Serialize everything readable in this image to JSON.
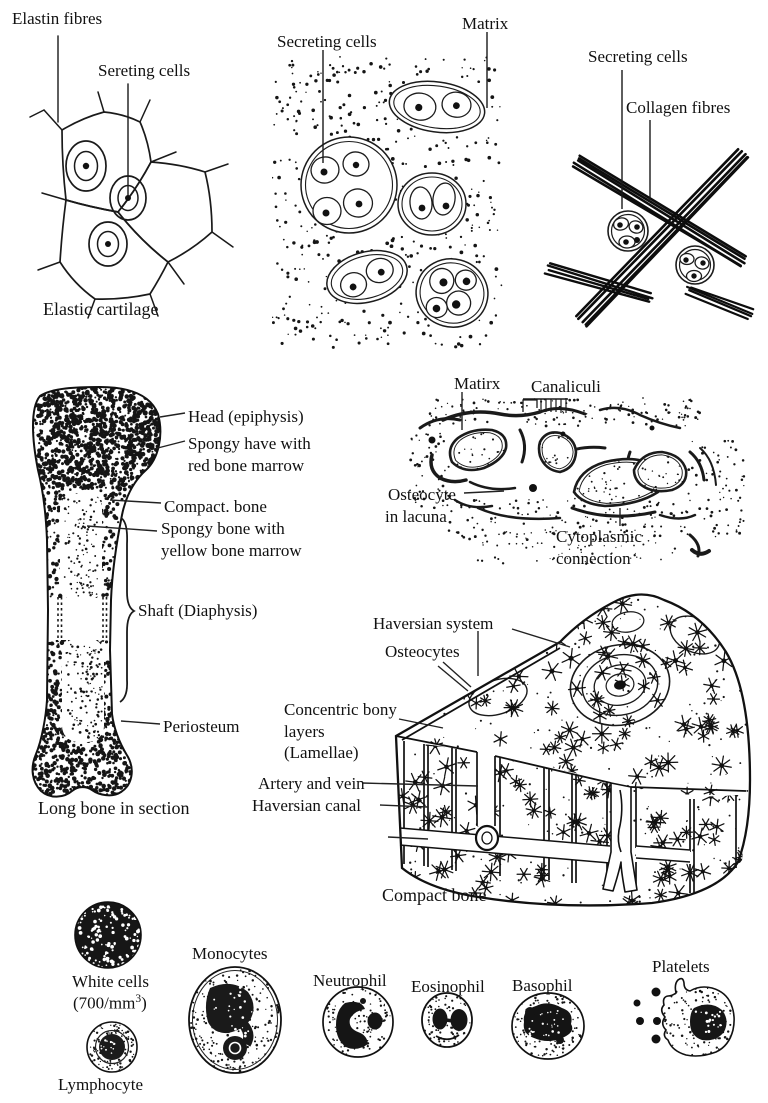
{
  "palette": {
    "ink": "#1a1a1a",
    "paper": "#ffffff"
  },
  "panels": {
    "elastic_cartilage": {
      "label_elastin": "Elastin fibres",
      "label_sereting": "Sereting cells",
      "caption": "Elastic cartilage"
    },
    "hyaline_cartilage": {
      "label_secreting": "Secreting cells",
      "label_matrix": "Matrix"
    },
    "white_fibrous": {
      "label_secreting": "Secreting cells",
      "label_collagen": "Collagen fibres"
    },
    "long_bone": {
      "label_head": "Head (epiphysis)",
      "label_spongy_red_1": "Spongy have with",
      "label_spongy_red_2": "red bone marrow",
      "label_compact": "Compact. bone",
      "label_spongy_yellow_1": "Spongy bone with",
      "label_spongy_yellow_2": "yellow bone marrow",
      "label_shaft": "Shaft (Diaphysis)",
      "label_periosteum": "Periosteum",
      "caption": "Long bone in section"
    },
    "osteocytes": {
      "label_matirx": "Matirx",
      "label_canaliculi": "Canaliculi",
      "label_osteocyte_1": "Osteocyte",
      "label_osteocyte_2": "in lacuna",
      "label_cytoplasmic_1": "Cytoplasmic",
      "label_cytoplasmic_2": "connection"
    },
    "compact_bone": {
      "label_haversian_system": "Haversian system",
      "label_osteocytes": "Osteocytes",
      "label_concentric_1": "Concentric bony",
      "label_concentric_2": "layers",
      "label_concentric_3": "(Lamellae)",
      "label_artery_vein": "Artery and vein",
      "label_haversian_canal": "Haversian canal",
      "caption": "Compact bone"
    },
    "blood_cells": {
      "label_white_cells": "White cells",
      "count_prefix": "(700/mm",
      "count_sup": "3",
      "count_suffix": ")",
      "label_lymphocyte": "Lymphocyte",
      "label_monocytes": "Monocytes",
      "label_neutrophil": "Neutrophil",
      "label_eosinophil": "Eosinophil",
      "label_basophil": "Basophil",
      "label_platelets": "Platelets"
    }
  }
}
